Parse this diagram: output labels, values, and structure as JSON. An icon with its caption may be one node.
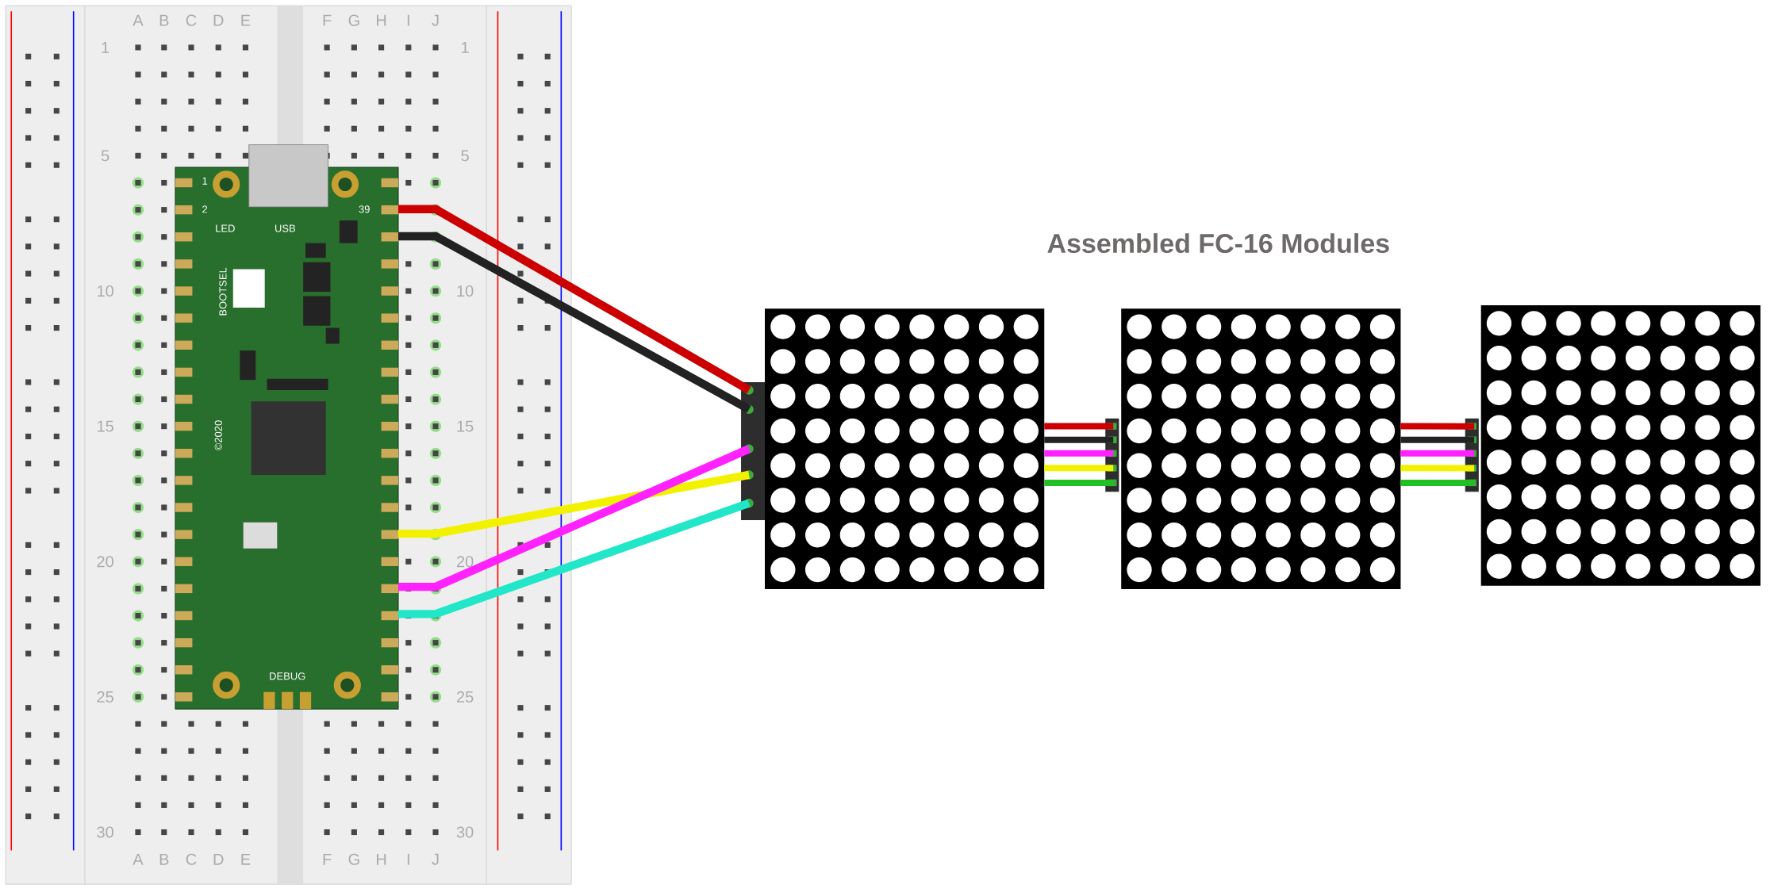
{
  "diagram": {
    "title": "Assembled FC-16 Modules",
    "nodes": [
      {
        "text": [],
        "shape": "picture"
      },
      {
        "text": [
          "1",
          "2",
          "39",
          "LED",
          "USB",
          "BOOTSEL",
          "©2020",
          "DEBUG"
        ],
        "in": 0
      },
      {
        "text": [],
        "shape": "picture"
      },
      {
        "text": [],
        "shape": "picture"
      },
      {
        "text": [],
        "shape": "picture"
      }
    ],
    "edges": [
      {
        "from": 1,
        "to": 2,
        "arrow": "none",
        "color": "#cc0000"
      },
      {
        "from": 1,
        "to": 2,
        "arrow": "none",
        "color": "#222222"
      },
      {
        "from": 1,
        "to": 2,
        "arrow": "none",
        "color": "#f2f200"
      },
      {
        "from": 1,
        "to": 2,
        "arrow": "none",
        "color": "#ff22ff"
      },
      {
        "from": 1,
        "to": 2,
        "arrow": "none",
        "color": "#22e6c8"
      },
      {
        "from": 2,
        "to": 3,
        "arrow": "none",
        "color": "#cc0000"
      },
      {
        "from": 2,
        "to": 3,
        "arrow": "none",
        "color": "#222222"
      },
      {
        "from": 2,
        "to": 3,
        "arrow": "none",
        "color": "#ff22ff"
      },
      {
        "from": 2,
        "to": 3,
        "arrow": "none",
        "color": "#f2f200"
      },
      {
        "from": 2,
        "to": 3,
        "arrow": "none",
        "color": "#22c022"
      },
      {
        "from": 3,
        "to": 4,
        "arrow": "none",
        "color": "#cc0000"
      },
      {
        "from": 3,
        "to": 4,
        "arrow": "none",
        "color": "#222222"
      },
      {
        "from": 3,
        "to": 4,
        "arrow": "none",
        "color": "#ff22ff"
      },
      {
        "from": 3,
        "to": 4,
        "arrow": "none",
        "color": "#f2f200"
      },
      {
        "from": 3,
        "to": 4,
        "arrow": "none",
        "color": "#22c022"
      }
    ],
    "labels": [
      "A",
      "B",
      "C",
      "D",
      "E",
      "F",
      "G",
      "H",
      "I",
      "J",
      "1",
      "1",
      "5",
      "5",
      "10",
      "10",
      "15",
      "15",
      "20",
      "20",
      "25",
      "25",
      "30",
      "30",
      "A",
      "B",
      "C",
      "D",
      "E",
      "F",
      "G",
      "H",
      "I",
      "J"
    ]
  }
}
